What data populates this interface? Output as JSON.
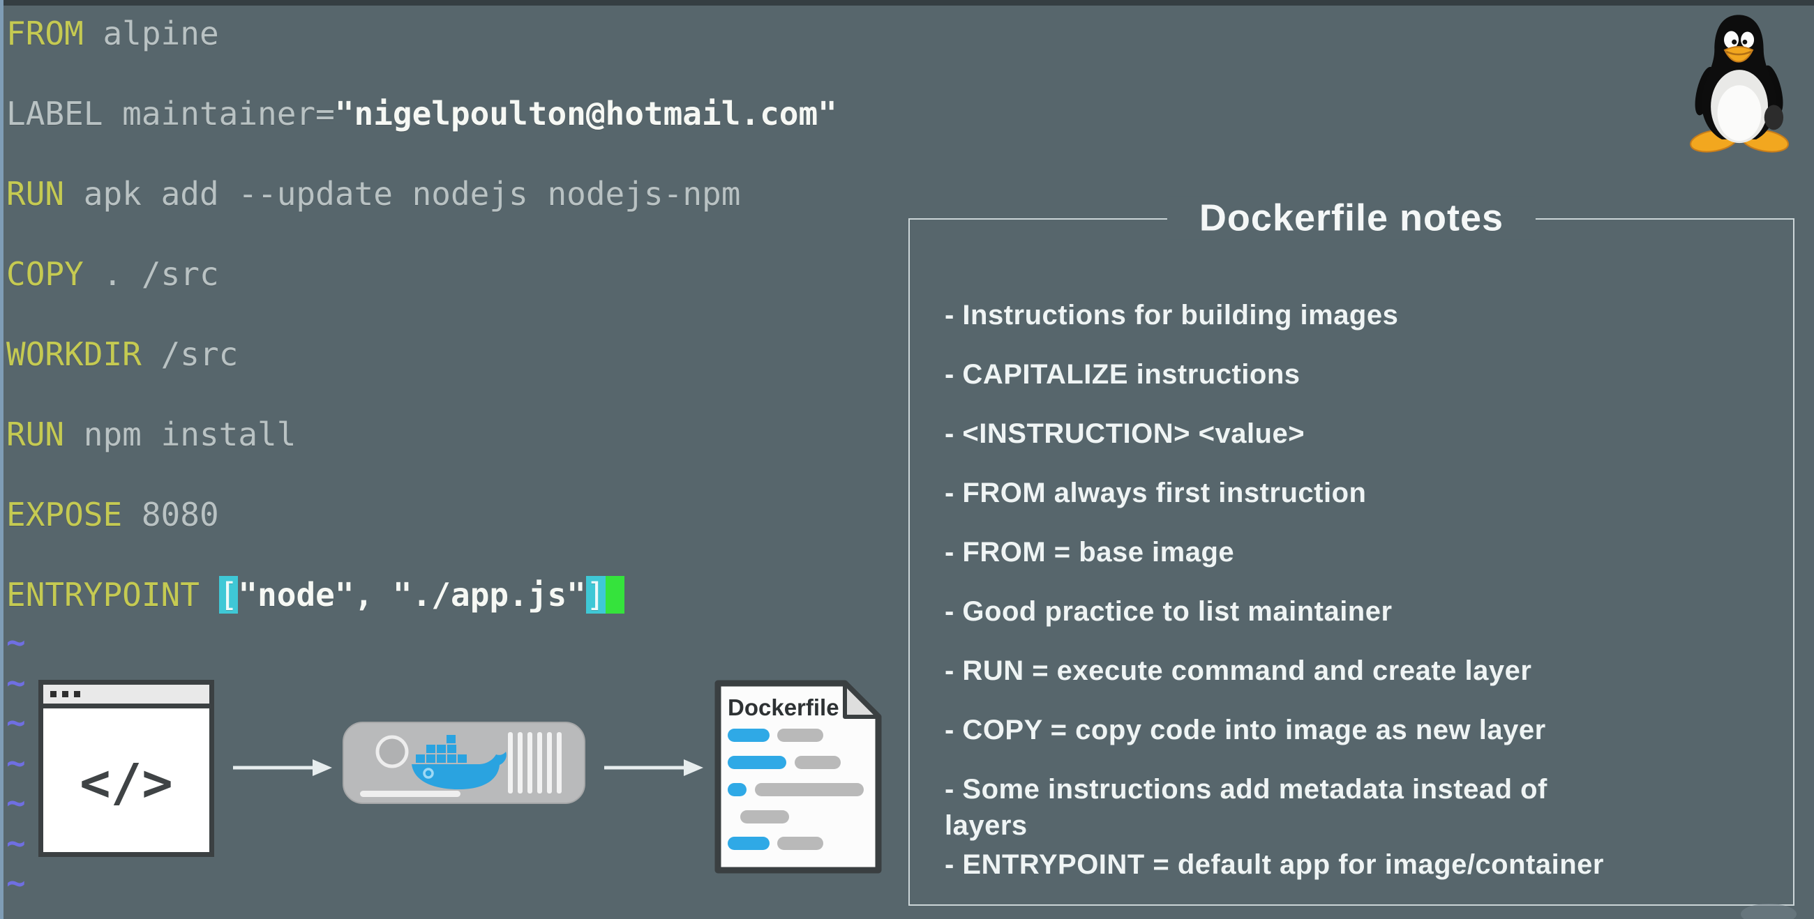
{
  "app": "vim-terminal-dockerfile-lesson",
  "colors": {
    "background": "#57666c",
    "keyword": "#c5ca52",
    "argument": "#b9c2c3",
    "string": "#f6f8f4",
    "bracket_highlight": "#3fc8d6",
    "cursor_green": "#35e33c",
    "tilde_blue": "#6f6fe2",
    "docker_blue": "#2aa3e0",
    "notes_border": "#ccd6d8"
  },
  "terminal": {
    "tilde": "~",
    "tilde_count": 7,
    "lines": [
      [
        {
          "c": "kw",
          "t": "FROM"
        },
        {
          "c": "arg",
          "t": " alpine"
        }
      ],
      [
        {
          "c": "arg",
          "t": "LABEL maintainer="
        },
        {
          "c": "str",
          "t": "\"nigelpoulton@hotmail.com\""
        }
      ],
      [
        {
          "c": "kw",
          "t": "RUN"
        },
        {
          "c": "arg",
          "t": " apk add --update nodejs nodejs-npm"
        }
      ],
      [
        {
          "c": "kw",
          "t": "COPY"
        },
        {
          "c": "arg",
          "t": " . /src"
        }
      ],
      [
        {
          "c": "kw",
          "t": "WORKDIR"
        },
        {
          "c": "arg",
          "t": " /src"
        }
      ],
      [
        {
          "c": "kw",
          "t": "RUN"
        },
        {
          "c": "arg",
          "t": " npm install"
        }
      ],
      [
        {
          "c": "kw",
          "t": "EXPOSE"
        },
        {
          "c": "arg",
          "t": " 8080"
        }
      ],
      [
        {
          "c": "kw",
          "t": "ENTRYPOINT"
        },
        {
          "c": "arg",
          "t": " "
        },
        {
          "c": "brk",
          "t": "["
        },
        {
          "c": "str",
          "t": "\"node\", \"./app.js\""
        },
        {
          "c": "brk",
          "t": "]"
        },
        {
          "c": "cur",
          "t": " "
        }
      ]
    ]
  },
  "notes": {
    "title": "Dockerfile notes",
    "items": [
      {
        "lines": [
          "- Instructions for building images"
        ]
      },
      {
        "lines": [
          "- CAPITALIZE instructions"
        ]
      },
      {
        "lines": [
          "- <INSTRUCTION> <value>"
        ]
      },
      {
        "lines": [
          "- FROM always first instruction"
        ]
      },
      {
        "lines": [
          "- FROM = base image"
        ]
      },
      {
        "lines": [
          "- Good practice to list maintainer"
        ]
      },
      {
        "lines": [
          "- RUN = execute command and create layer"
        ]
      },
      {
        "lines": [
          "- COPY = copy code into image as new layer"
        ]
      },
      {
        "lines": [
          "- Some instructions add metadata instead of",
          "layers"
        ]
      },
      {
        "lines": [
          "- ENTRYPOINT = default app for image/container"
        ]
      }
    ]
  },
  "diagram": {
    "code_window_symbol": "</>",
    "document_title": "Dockerfile",
    "icon_names": [
      "code-window-icon",
      "right-arrow-icon",
      "docker-server-icon",
      "right-arrow-icon",
      "dockerfile-document-icon",
      "tux-linux-icon"
    ]
  }
}
